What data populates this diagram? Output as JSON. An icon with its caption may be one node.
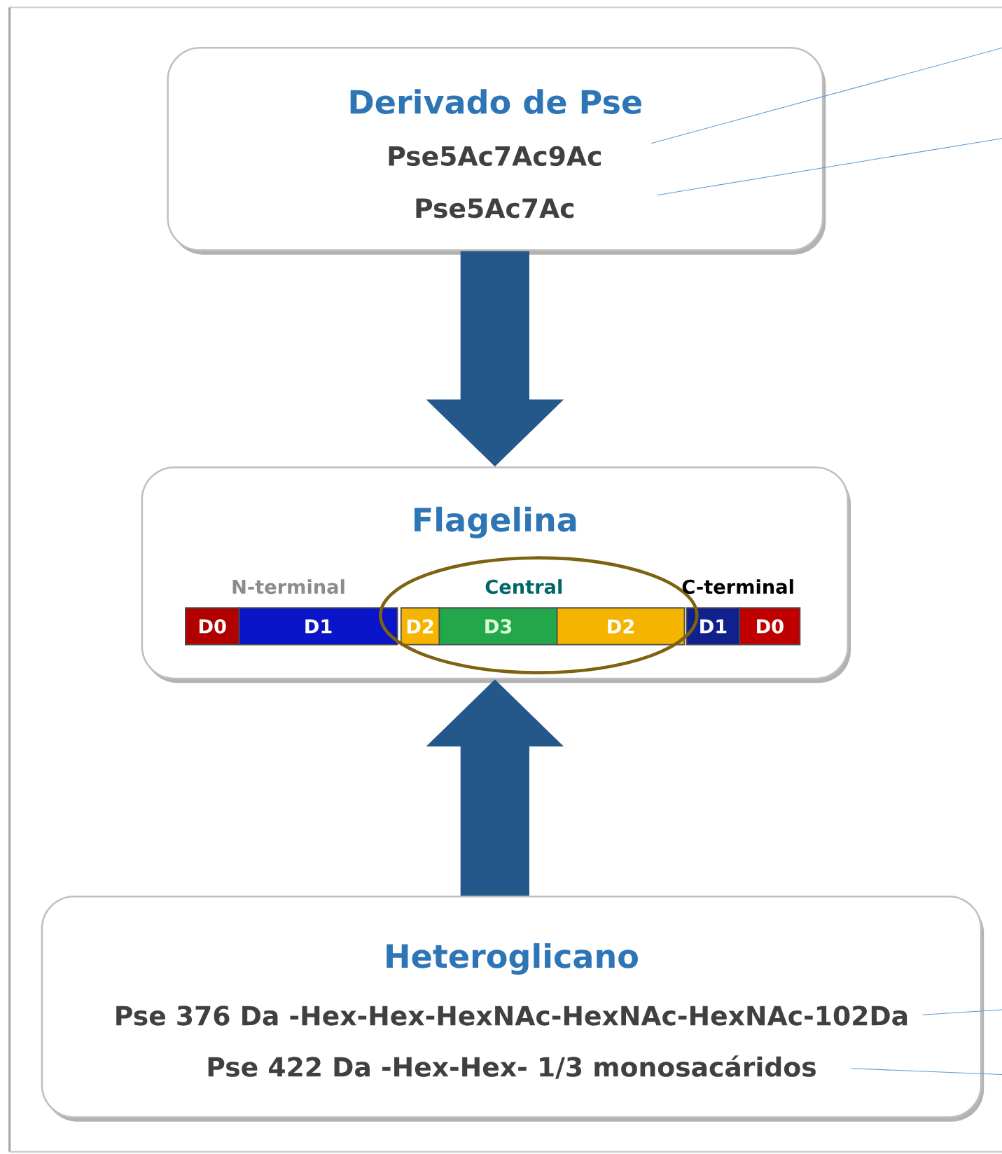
{
  "diagram": {
    "nodes": [
      {
        "text": [
          "Derivado de Pse"
        ]
      },
      {
        "text": [
          "Pse5Ac7Ac9Ac"
        ],
        "in": 0
      },
      {
        "text": [
          "Pse5Ac7Ac"
        ],
        "in": 0
      },
      {
        "text": [
          "Flagelina"
        ]
      },
      {
        "text": [
          "D0"
        ],
        "in": 3
      },
      {
        "text": [
          "D1"
        ],
        "in": 3
      },
      {
        "text": [
          "D2"
        ],
        "in": 3
      },
      {
        "text": [
          "D3"
        ],
        "in": 3
      },
      {
        "text": [
          "D2"
        ],
        "in": 3
      },
      {
        "text": [
          "D1"
        ],
        "in": 3
      },
      {
        "text": [
          "D0"
        ],
        "in": 3
      },
      {
        "text": [
          "Heteroglicano"
        ]
      },
      {
        "text": [
          "Pse 376 Da -Hex-Hex-HexNAc-HexNAc-HexNAc-102Da"
        ],
        "in": 11
      },
      {
        "text": [
          "Pse 422 Da -Hex-Hex- 1/3 monosacáridos"
        ],
        "in": 11
      }
    ],
    "edges": [
      {
        "from": 0,
        "to": 3,
        "arrow": "to",
        "style": "thick"
      },
      {
        "from": 11,
        "to": 3,
        "arrow": "to",
        "style": "thick"
      },
      {
        "from": 1,
        "to": null,
        "arrow": "none"
      },
      {
        "from": 2,
        "to": null,
        "arrow": "none"
      },
      {
        "from": 12,
        "to": null,
        "arrow": "none"
      },
      {
        "from": 13,
        "to": null,
        "arrow": "none"
      }
    ],
    "labels": [
      "N-terminal",
      "Central",
      "C-terminal"
    ]
  }
}
